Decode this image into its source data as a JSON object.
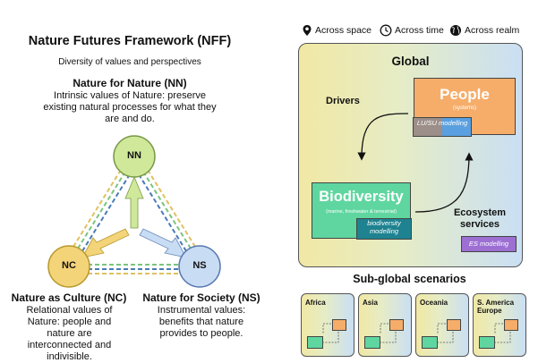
{
  "left": {
    "title": "Nature Futures Framework (NFF)",
    "subtitle": "Diversity of values and perspectives",
    "nn": {
      "title": "Nature for Nature (NN)",
      "desc": "Intrinsic values of Nature: preserve existing natural processes for what they are and do.",
      "node": "NN"
    },
    "nc": {
      "title": "Nature as Culture (NC)",
      "desc": "Relational values of Nature: people and nature are interconnected and indivisible.",
      "node": "NC"
    },
    "ns": {
      "title": "Nature for Society (NS)",
      "desc": "Instrumental values: benefits that nature provides to people.",
      "node": "NS"
    }
  },
  "legend": [
    {
      "icon": "location-pin-icon",
      "label": "Across space"
    },
    {
      "icon": "clock-icon",
      "label": "Across time"
    },
    {
      "icon": "globe-icon",
      "label": "Across realm"
    }
  ],
  "global_panel": {
    "title": "Global",
    "drivers": "Drivers",
    "people": {
      "title": "People",
      "sub": "(systems)"
    },
    "lusu": "LU/SU modelling",
    "biodiversity": {
      "title": "Biodiversity",
      "sub": "(marine, freshwater & terrestrial)"
    },
    "biodiversity_modelling": "biodiversity modelling",
    "ecosystem_services": "Ecosystem services",
    "es_modelling": "ES modelling"
  },
  "subglobal": {
    "title": "Sub-global scenarios",
    "regions": [
      "Africa",
      "Asia",
      "Oceania",
      "S. America Europe"
    ]
  },
  "colors": {
    "nn_node": "#cfe89a",
    "nc_node": "#f4d478",
    "ns_node": "#c8dcf4",
    "people": "#f6ad6a",
    "biodiversity": "#5fd6a0",
    "lusu": "#a7aad8",
    "biodiversity_modelling": "#1e8290",
    "es_modelling": "#9d6fd3"
  }
}
